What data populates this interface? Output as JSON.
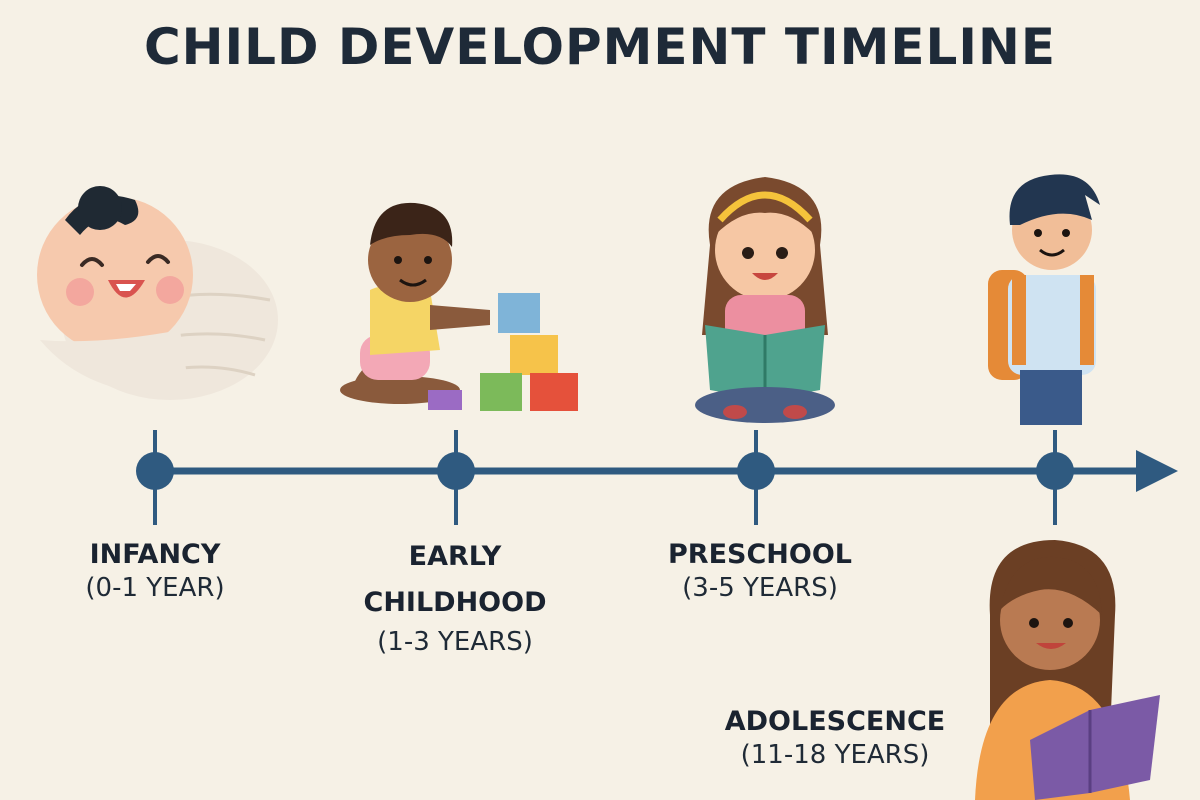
{
  "title": "CHILD DEVELOPMENT TIMELINE",
  "colors": {
    "background": "#f6f1e6",
    "timeline": "#2f5a80",
    "text": "#1e2a38"
  },
  "stages": [
    {
      "name": "INFANCY",
      "range": "(0-1 YEAR)",
      "illustration": "swaddled-baby"
    },
    {
      "name_line1": "EARLY",
      "name_line2": "CHILDHOOD",
      "range": "(1-3 YEARS)",
      "illustration": "toddler-with-blocks"
    },
    {
      "name": "PRESCHOOL",
      "range": "(3-5 YEARS)",
      "illustration": "girl-reading-book"
    },
    {
      "name": "ADOLESCENCE",
      "range": "(11-18 YEARS)",
      "illustration": "boy-with-backpack"
    }
  ],
  "extra_illustration": "teen-girl-reading",
  "timeline_arrow": "arrow-right-icon"
}
